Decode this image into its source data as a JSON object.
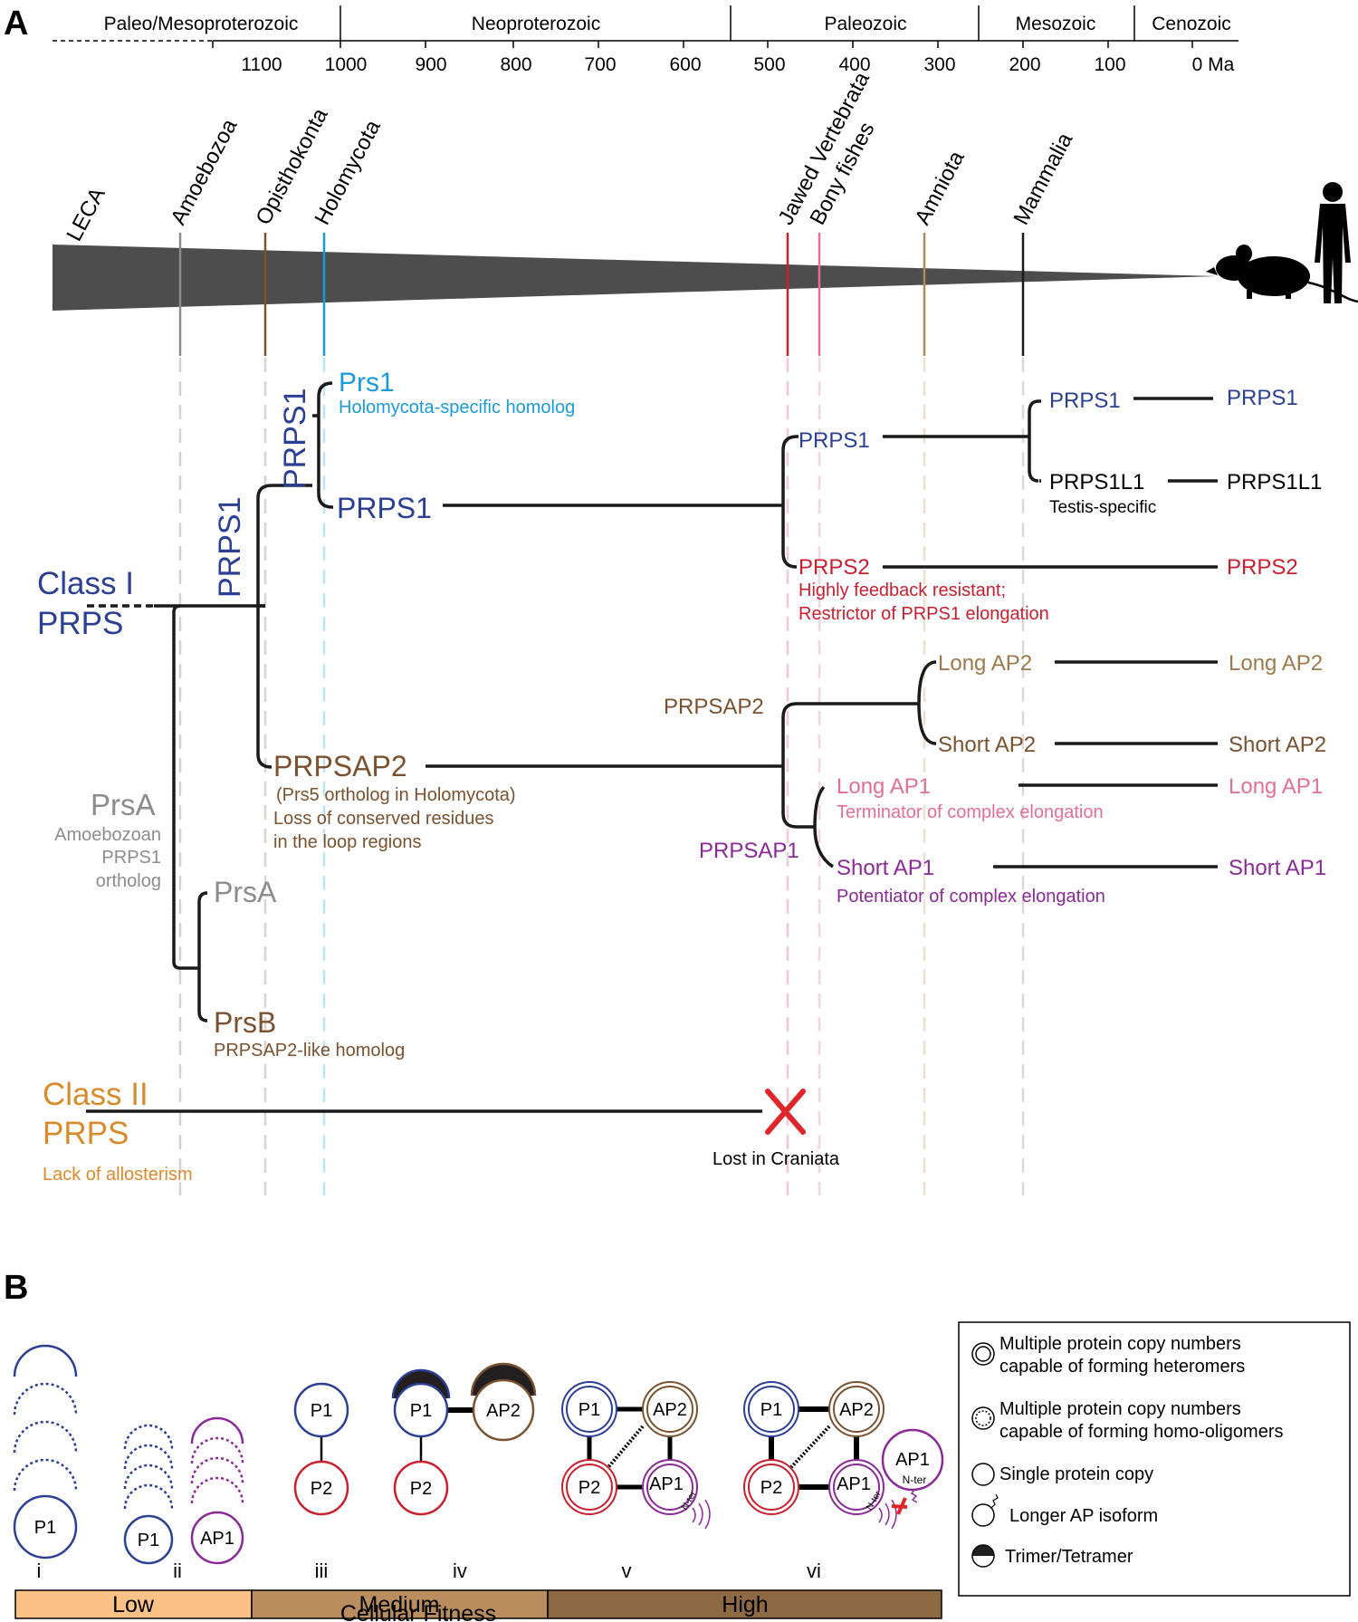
{
  "panel_labels": {
    "a": "A",
    "b": "B"
  },
  "timeline": {
    "eras": [
      "Paleo/Mesoproterozoic",
      "Neoproterozoic",
      "Paleozoic",
      "Mesozoic",
      "Cenozoic"
    ],
    "ticks": [
      "1100",
      "1000",
      "900",
      "800",
      "700",
      "600",
      "500",
      "400",
      "300",
      "200",
      "100",
      "0 Ma"
    ]
  },
  "clades": [
    "LECA",
    "Amoebozoa",
    "Opisthokonta",
    "Holomycota",
    "Jawed Vertebrata",
    "Bony fishes",
    "Amniota",
    "Mammalia"
  ],
  "clade_colors": {
    "LECA": "#000000",
    "Amoebozoa": "#8c8c8c",
    "Opisthokonta": "#7a5230",
    "Holomycota": "#1a9ad6",
    "Jawed Vertebrata": "#c8202f",
    "Bony fishes": "#e36f97",
    "Amniota": "#b08a5a",
    "Mammalia": "#1a1a1a"
  },
  "tree": {
    "class1": [
      "Class I",
      "PRPS"
    ],
    "prps1_vertical_outer": "PRPS1",
    "prps1_vertical_inner": "PRPS1",
    "prs1": "Prs1",
    "prs1_note": "Holomycota-specific homolog",
    "prps1_node": "PRPS1",
    "prps1_vert": "PRPS1",
    "prps1_mam": "PRPS1",
    "prps1_human": "PRPS1",
    "prps1l1_mam": "PRPS1L1",
    "prps1l1_human": "PRPS1L1",
    "prps1l1_note": "Testis-specific",
    "prps2_vert": "PRPS2",
    "prps2_note": [
      "Highly feedback resistant;",
      "Restrictor of PRPS1 elongation"
    ],
    "prps2_human": "PRPS2",
    "prpsap2_node": "PRPSAP2",
    "prpsap2_notes": [
      "(Prs5 ortholog in Holomycota)",
      "Loss of conserved residues",
      "in the loop regions"
    ],
    "prpsap2_vert": "PRPSAP2",
    "long_ap2": "Long AP2",
    "long_ap2_human": "Long AP2",
    "short_ap2": "Short AP2",
    "short_ap2_human": "Short AP2",
    "prpsap1_vert": "PRPSAP1",
    "long_ap1": "Long AP1",
    "long_ap1_note": "Terminator of complex elongation",
    "long_ap1_human": "Long AP1",
    "short_ap1": "Short AP1",
    "short_ap1_note": "Potentiator of complex elongation",
    "short_ap1_human": "Short AP1",
    "prsa_side": "PrsA",
    "prsa_side_note": [
      "Amoebozoan",
      "PRPS1",
      "ortholog"
    ],
    "prsa": "PrsA",
    "prsb": "PrsB",
    "prsb_note": "PRPSAP2-like homolog",
    "class2": [
      "Class II",
      "PRPS"
    ],
    "class2_note": "Lack of allosterism",
    "lost": "Lost in Craniata"
  },
  "panel_b": {
    "p1": "P1",
    "p2": "P2",
    "ap1": "AP1",
    "ap2": "AP2",
    "nter": "N-ter",
    "romans": [
      "i",
      "ii",
      "iii",
      "iv",
      "v",
      "vi"
    ],
    "fitness": [
      "Low",
      "Medium",
      "High"
    ],
    "fitness_title": "Cellular Fitness",
    "legend": [
      [
        "Multiple protein copy numbers",
        "capable of forming heteromers"
      ],
      [
        "Multiple protein copy numbers",
        "capable of forming homo-oligomers"
      ],
      [
        "Single protein copy"
      ],
      [
        "Longer AP isoform"
      ],
      [
        "Trimer/Tetramer"
      ]
    ]
  },
  "colors": {
    "prps1": "#2b3f94",
    "holomycota": "#1a9ad6",
    "prps2": "#c8202f",
    "prpsap2": "#7a5230",
    "ap2": "#9c7a4d",
    "long_ap1": "#e36f97",
    "ap1": "#8a2a97",
    "prsa": "#8c8c8c",
    "class2": "#d98a2b",
    "fitness_low": "#fbc185",
    "fitness_med": "#b98d5e",
    "fitness_high": "#8d6944"
  }
}
